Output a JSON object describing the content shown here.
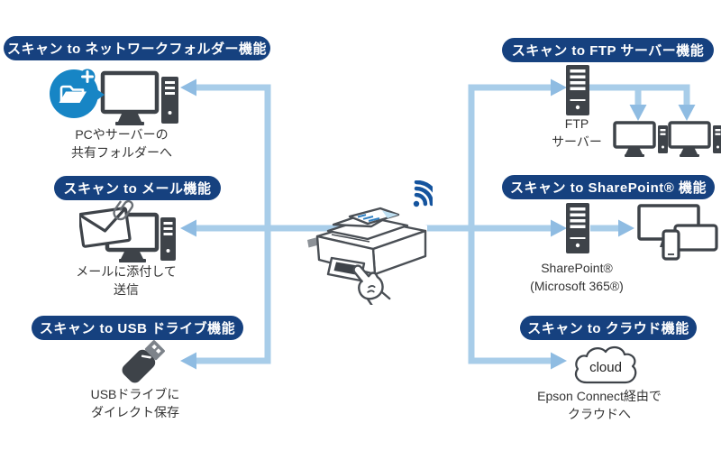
{
  "colors": {
    "badge_bg": "#16417f",
    "arrow_line": "#a8cde9",
    "arrow_head": "#8fbce2",
    "icon_dark": "#3e4349",
    "icon_outline": "#4a4f55",
    "folder_blue": "#1785c5",
    "wifi_blue": "#15549e",
    "doc_blue": "#2f7fc1"
  },
  "sections": {
    "network_folder": {
      "badge": "スキャン to ネットワークフォルダー機能",
      "caption1": "PCやサーバーの",
      "caption2": "共有フォルダーへ"
    },
    "mail": {
      "badge": "スキャン to メール機能",
      "caption1": "メールに添付して",
      "caption2": "送信"
    },
    "usb": {
      "badge": "スキャン to USB ドライブ機能",
      "caption1": "USBドライブに",
      "caption2": "ダイレクト保存"
    },
    "ftp": {
      "badge": "スキャン to FTP サーバー機能",
      "caption1": "FTP",
      "caption2": "サーバー"
    },
    "sharepoint": {
      "badge": "スキャン to SharePoint® 機能",
      "caption1": "SharePoint®",
      "caption2": "(Microsoft 365®)"
    },
    "cloud": {
      "badge": "スキャン to クラウド機能",
      "caption1": "Epson Connect経由で",
      "caption2": "クラウドへ"
    }
  },
  "cloud_icon_label": "cloud"
}
